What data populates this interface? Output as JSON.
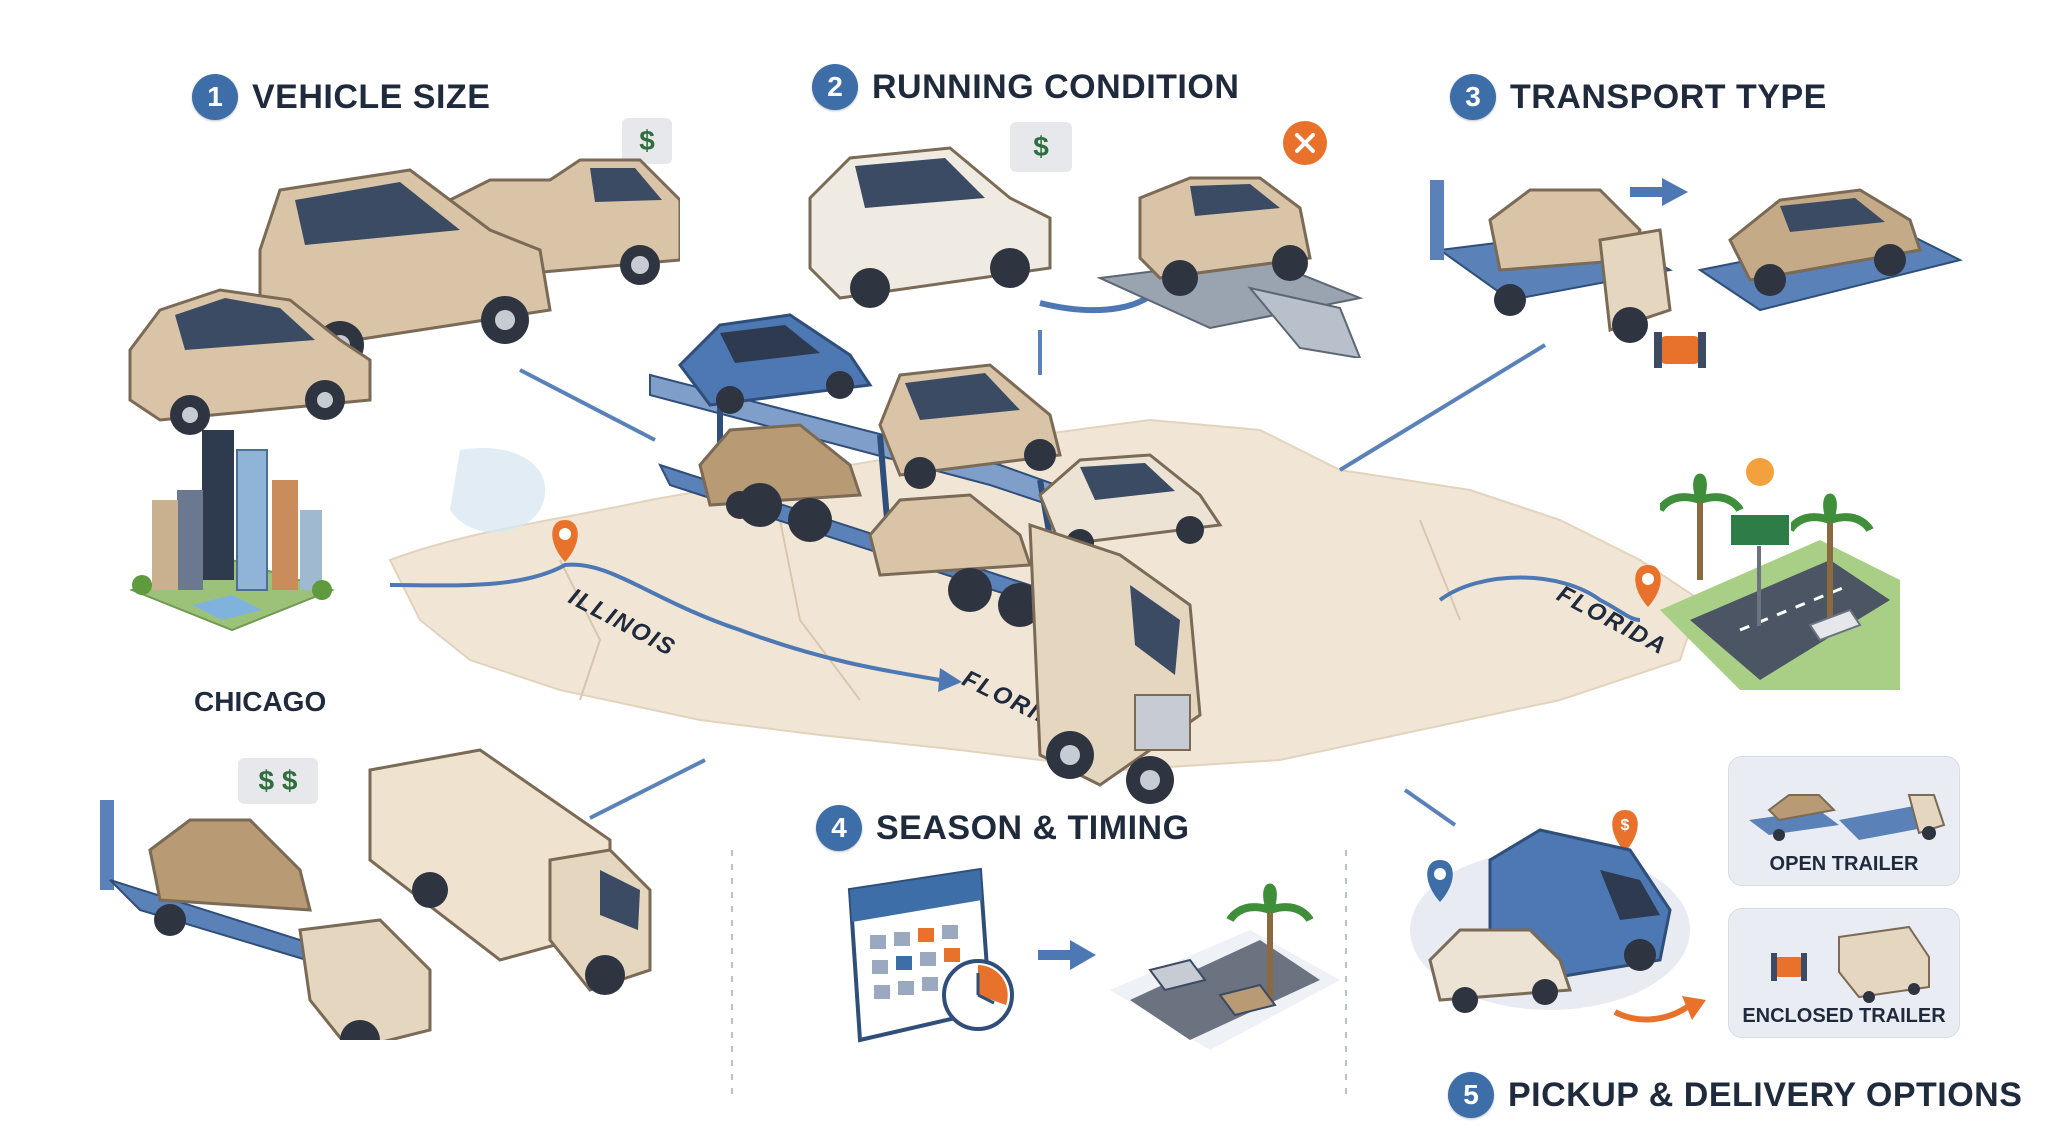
{
  "factors": [
    {
      "number": "1",
      "title": "VEHICLE SIZE"
    },
    {
      "number": "2",
      "title": "RUNNING CONDITION"
    },
    {
      "number": "3",
      "title": "TRANSPORT TYPE"
    },
    {
      "number": "4",
      "title": "SEASON & TIMING"
    },
    {
      "number": "5",
      "title": "PICKUP & DELIVERY OPTIONS"
    }
  ],
  "route": {
    "origin_city": "CHICAGO",
    "origin_state": "ILLINOIS",
    "destination_state": "FLORIDA",
    "destination_sign": "FLORIDA"
  },
  "money": {
    "single": "$",
    "double": "$ $"
  },
  "trailer_options": {
    "open": "OPEN TRAILER",
    "enclosed": "ENCLOSED TRAILER"
  },
  "colors": {
    "badge": "#3e6ea8",
    "truck_frame": "#5a82b8",
    "accent_orange": "#e8722c",
    "car_beige": "#d9c4a8",
    "car_blue": "#4d78b3",
    "map_land": "#f1e6d6",
    "money_green": "#2f6e3c"
  },
  "icons": [
    "dollar-icon",
    "x-icon",
    "location-pin-icon",
    "arrow-icon",
    "calendar-icon",
    "clock-icon",
    "palm-tree-icon",
    "sun-icon",
    "highway-sign-icon",
    "winch-icon"
  ]
}
